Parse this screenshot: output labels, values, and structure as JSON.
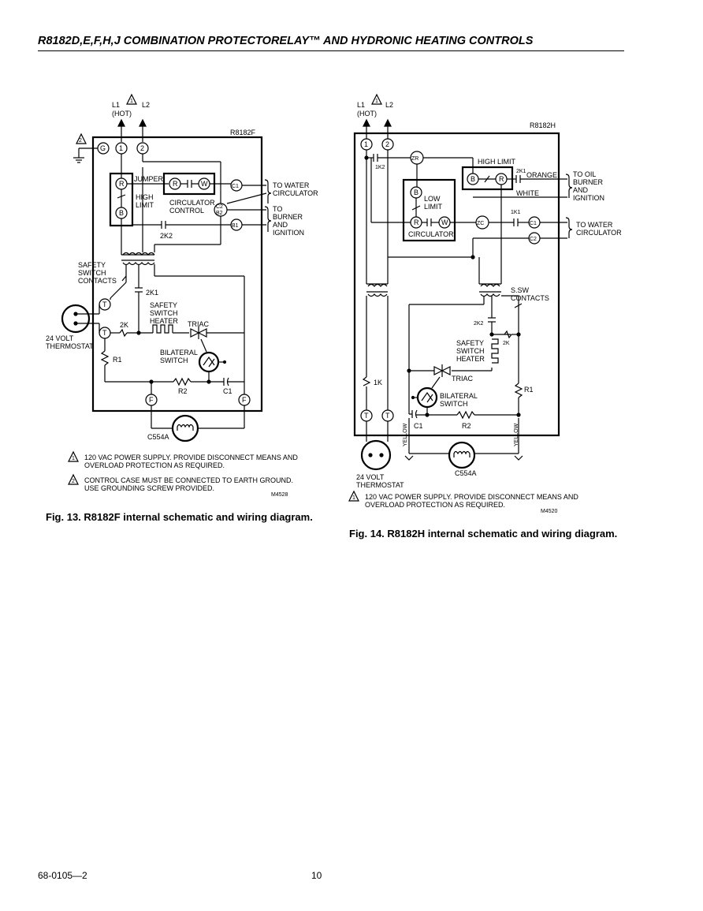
{
  "header": {
    "title": "R8182D,E,F,H,J COMBINATION PROTECTORELAY™ AND HYDRONIC HEATING CONTROLS"
  },
  "fig13": {
    "model": "R8182F",
    "l1": "L1",
    "hot": "(HOT)",
    "l2": "L2",
    "n1": "1",
    "n2": "2",
    "term_g": "G",
    "term_1": "1",
    "term_2": "2",
    "jumper": "JUMPER",
    "r": "R",
    "b": "B",
    "w": "W",
    "high_limit": [
      "HIGH",
      "LIMIT"
    ],
    "circ_control": [
      "CIRCULATOR",
      "CONTROL"
    ],
    "c1": "C1",
    "c2": "C2",
    "b2": "B2",
    "b1": "B1",
    "to_water": [
      "TO WATER",
      "CIRCULATOR"
    ],
    "to_burner": [
      "TO",
      "BURNER",
      "AND",
      "IGNITION"
    ],
    "k2": "2K2",
    "safety_contacts": [
      "SAFETY",
      "SWITCH",
      "CONTACTS"
    ],
    "k1": "2K1",
    "t": "T",
    "safety_heater": [
      "SAFETY",
      "SWITCH",
      "HEATER"
    ],
    "triac": "TRIAC",
    "twok": "2K",
    "thermostat": [
      "24 VOLT",
      "THERMOSTAT"
    ],
    "r1": "R1",
    "r2": "R2",
    "cap_c1": "C1",
    "bilateral": [
      "BILATERAL",
      "SWITCH"
    ],
    "f": "F",
    "c554a": "C554A",
    "note1": [
      "120 VAC POWER SUPPLY. PROVIDE DISCONNECT MEANS AND",
      "OVERLOAD PROTECTION AS REQUIRED."
    ],
    "note2": [
      "CONTROL CASE MUST BE CONNECTED TO EARTH GROUND.",
      "USE GROUNDING SCREW PROVIDED."
    ],
    "code": "M4528",
    "caption": "Fig. 13. R8182F internal schematic and wiring diagram."
  },
  "fig14": {
    "model": "R8182H",
    "l1": "L1",
    "hot": "(HOT)",
    "l2": "L2",
    "n1": "1",
    "term_1": "1",
    "term_2": "2",
    "k12": "1K2",
    "zr": "ZR",
    "zc": "ZC",
    "high_limit": "HIGH LIMIT",
    "b": "B",
    "r": "R",
    "w": "W",
    "k21": "2K1",
    "orange": "ORANGE",
    "white": "WHITE",
    "to_oil": [
      "TO OIL",
      "BURNER",
      "AND",
      "IGNITION"
    ],
    "low_limit": [
      "LOW",
      "LIMIT"
    ],
    "circulator": "CIRCULATOR",
    "k11": "1K1",
    "c1": "C1",
    "c2": "C2",
    "to_water": [
      "TO WATER",
      "CIRCULATOR"
    ],
    "ssw": [
      "S.SW",
      "CONTACTS"
    ],
    "k22": "2K2",
    "twok": "2K",
    "safety_heater": [
      "SAFETY",
      "SWITCH",
      "HEATER"
    ],
    "triac": "TRIAC",
    "onek": "1K",
    "r1": "R1",
    "r2": "R2",
    "cap_c1": "C1",
    "bilateral": [
      "BILATERAL",
      "SWITCH"
    ],
    "t": "T",
    "yellow": "YELLOW",
    "c554a": "C554A",
    "thermostat": [
      "24 VOLT",
      "THERMOSTAT"
    ],
    "note1": [
      "120 VAC POWER SUPPLY. PROVIDE DISCONNECT MEANS AND",
      "OVERLOAD PROTECTION AS REQUIRED."
    ],
    "code": "M4520",
    "caption": "Fig. 14. R8182H internal schematic and wiring diagram."
  },
  "footer": {
    "doc": "68-0105—2",
    "page": "10"
  }
}
